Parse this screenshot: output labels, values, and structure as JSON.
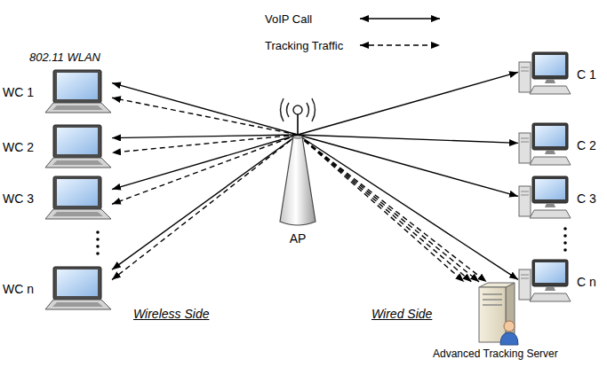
{
  "diagram": {
    "nodes": [
      {
        "text": [
          "WC 1"
        ]
      },
      {
        "text": [
          "WC 2"
        ]
      },
      {
        "text": [
          "WC 3"
        ]
      },
      {
        "text": [
          "WC n"
        ]
      },
      {
        "text": [
          "AP"
        ]
      },
      {
        "text": [
          "C 1"
        ]
      },
      {
        "text": [
          "C 2"
        ]
      },
      {
        "text": [
          "C 3"
        ]
      },
      {
        "text": [
          "C n"
        ]
      },
      {
        "text": [
          "Advanced Tracking Server"
        ]
      }
    ],
    "edges": [
      {
        "from": 4,
        "to": 0,
        "arrow": "to"
      },
      {
        "from": 4,
        "to": 0,
        "arrow": "to"
      },
      {
        "from": 4,
        "to": 1,
        "arrow": "to"
      },
      {
        "from": 4,
        "to": 1,
        "arrow": "to"
      },
      {
        "from": 4,
        "to": 2,
        "arrow": "to"
      },
      {
        "from": 4,
        "to": 2,
        "arrow": "to"
      },
      {
        "from": 4,
        "to": 3,
        "arrow": "to"
      },
      {
        "from": 4,
        "to": 3,
        "arrow": "to"
      },
      {
        "from": 4,
        "to": 5,
        "arrow": "to"
      },
      {
        "from": 4,
        "to": 6,
        "arrow": "to"
      },
      {
        "from": 4,
        "to": 7,
        "arrow": "to"
      },
      {
        "from": 4,
        "to": 8,
        "arrow": "to"
      },
      {
        "from": 4,
        "to": 9,
        "arrow": "to"
      },
      {
        "from": 4,
        "to": 9,
        "arrow": "to"
      },
      {
        "from": 4,
        "to": 9,
        "arrow": "to"
      },
      {
        "from": 4,
        "to": 9,
        "arrow": "to"
      }
    ],
    "labels": [
      "802.11 WLAN",
      "Wireless Side",
      "Wired Side"
    ],
    "legend": [
      {
        "text": "VoIP Call"
      },
      {
        "text": "Tracking Traffic"
      }
    ]
  }
}
